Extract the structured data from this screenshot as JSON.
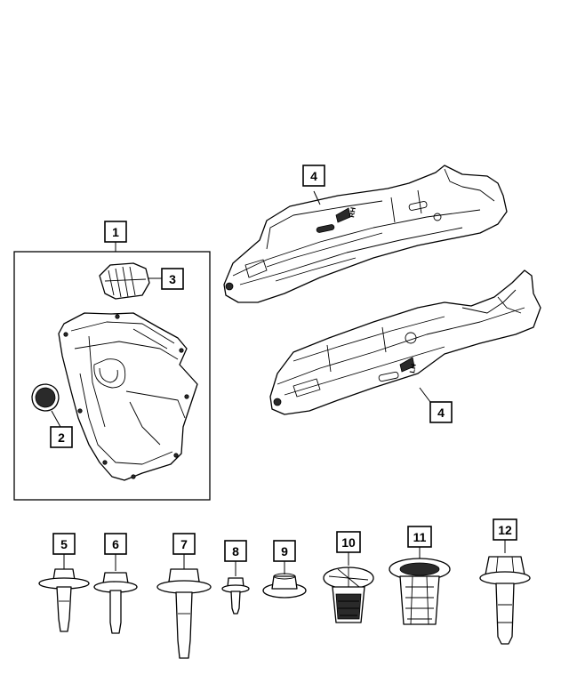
{
  "callouts": {
    "c1": "1",
    "c2": "2",
    "c3": "3",
    "c4a": "4",
    "c4b": "4",
    "c5": "5",
    "c6": "6",
    "c7": "7",
    "c8": "8",
    "c9": "9",
    "c10": "10",
    "c11": "11",
    "c12": "12"
  },
  "shield_markings": {
    "upper": "RH",
    "lower": "LH"
  }
}
